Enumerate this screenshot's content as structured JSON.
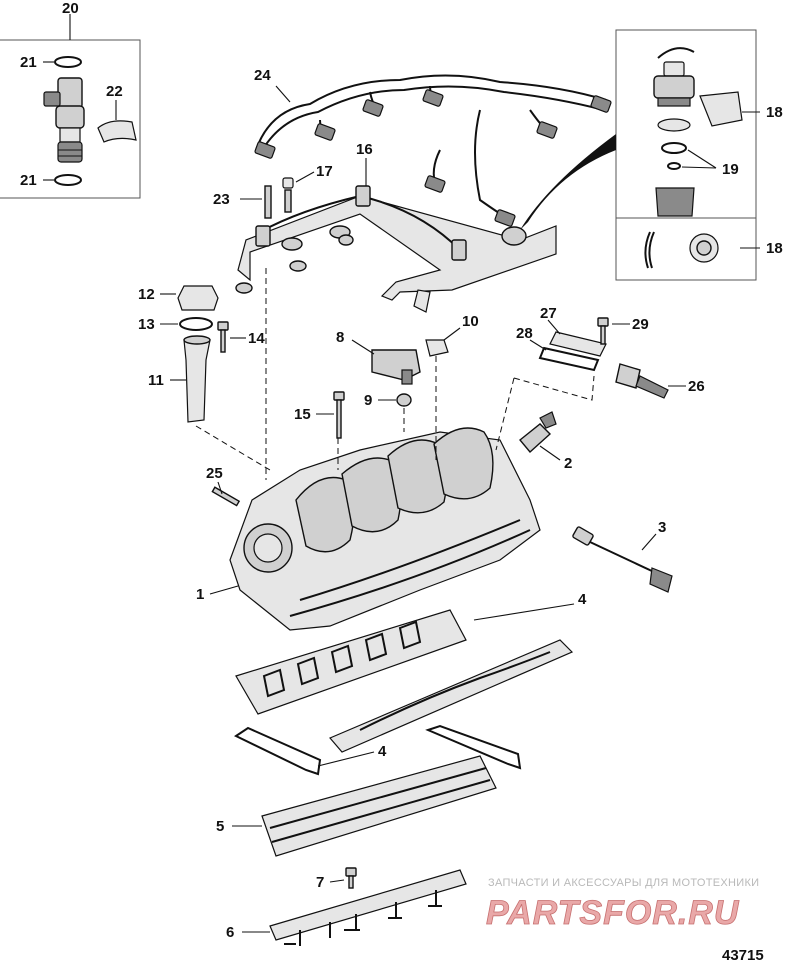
{
  "callouts": {
    "c1": "1",
    "c2": "2",
    "c3": "3",
    "c4a": "4",
    "c4b": "4",
    "c5": "5",
    "c6": "6",
    "c7": "7",
    "c8": "8",
    "c9": "9",
    "c10": "10",
    "c11": "11",
    "c12": "12",
    "c13": "13",
    "c14": "14",
    "c15": "15",
    "c16": "16",
    "c17": "17",
    "c18a": "18",
    "c18b": "18",
    "c19": "19",
    "c20": "20",
    "c21a": "21",
    "c21b": "21",
    "c22": "22",
    "c23": "23",
    "c24": "24",
    "c25": "25",
    "c26": "26",
    "c27": "27",
    "c28": "28",
    "c29": "29"
  },
  "figure_number": "43715",
  "watermark": {
    "tagline": "ЗАПЧАСТИ И АКСЕССУАРЫ ДЛЯ МОТОТЕХНИКИ",
    "logo": "PARTSFOR.RU"
  }
}
